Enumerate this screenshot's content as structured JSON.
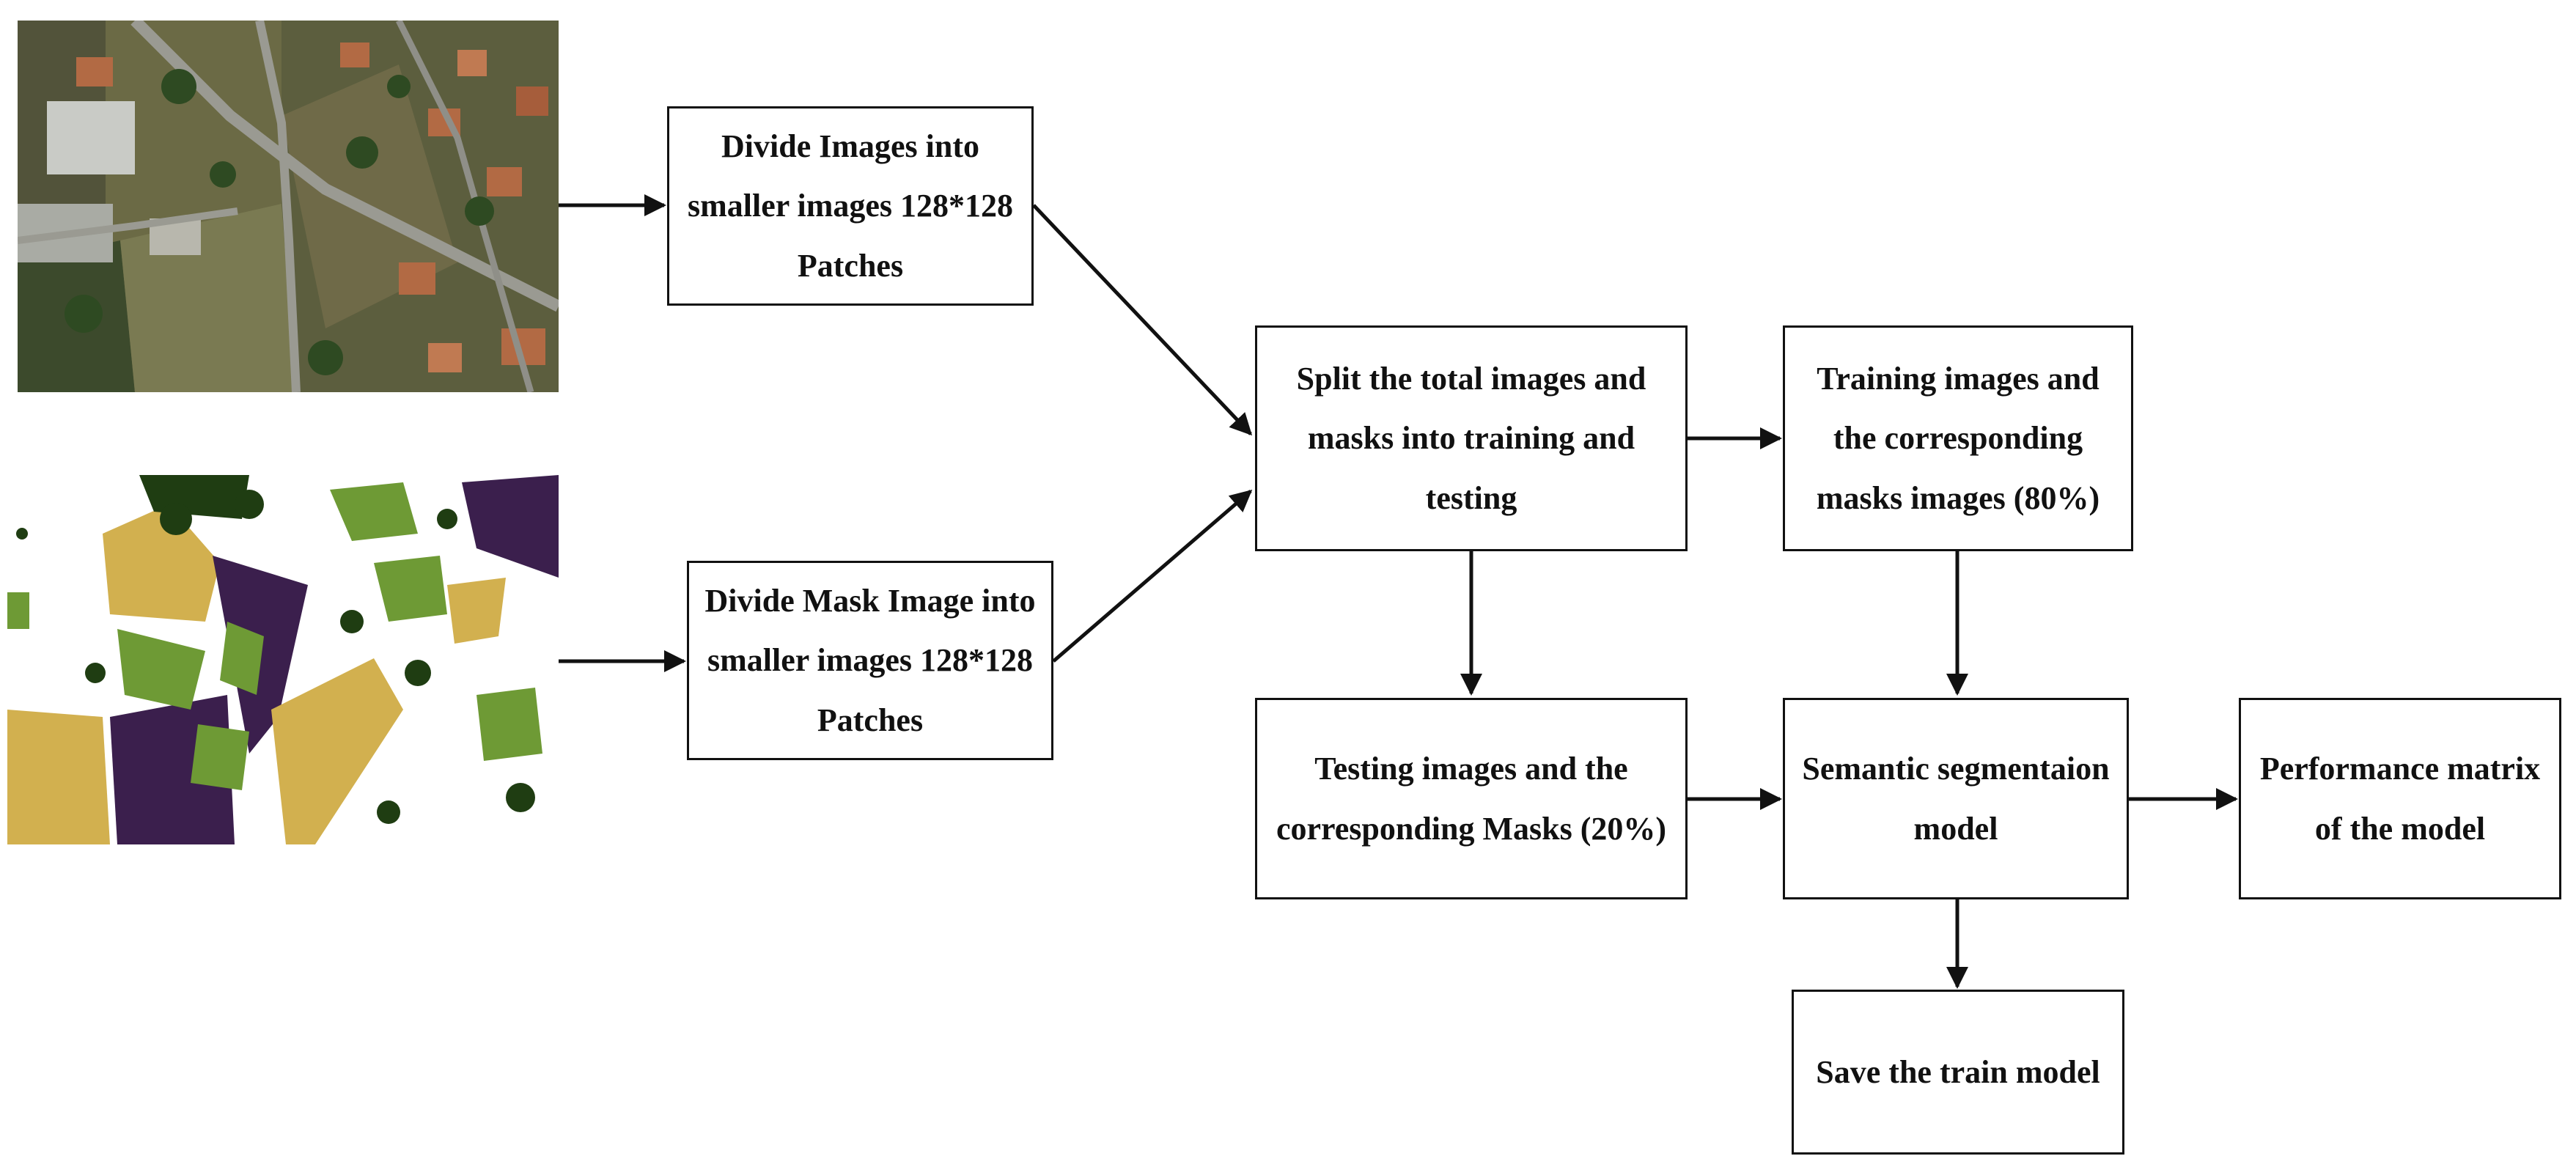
{
  "diagram": {
    "nodes": {
      "divide_images": "Divide Images into smaller images 128*128 Patches",
      "divide_mask": "Divide Mask Image into smaller images 128*128 Patches",
      "split": "Split the total images and masks into training and testing",
      "training": "Training images and the corresponding masks images (80%)",
      "testing": "Testing images and the corresponding Masks (20%)",
      "semantic": "Semantic segmentaion model",
      "performance": "Performance matrix of the model",
      "save": "Save the train model"
    },
    "edges": [
      {
        "from": "satellite-image",
        "to": "divide_images"
      },
      {
        "from": "mask-image",
        "to": "divide_mask"
      },
      {
        "from": "divide_images",
        "to": "split"
      },
      {
        "from": "divide_mask",
        "to": "split"
      },
      {
        "from": "split",
        "to": "training"
      },
      {
        "from": "split",
        "to": "testing"
      },
      {
        "from": "training",
        "to": "semantic"
      },
      {
        "from": "testing",
        "to": "semantic"
      },
      {
        "from": "semantic",
        "to": "performance"
      },
      {
        "from": "semantic",
        "to": "save"
      }
    ]
  },
  "colors": {
    "box_border": "#111111",
    "arrow": "#111111",
    "mask_purple": "#3b1f4d",
    "mask_yellow": "#d2b04f",
    "mask_green_light": "#6e9a35",
    "mask_green_dark": "#1f3d12",
    "satellite_field": "#6b6a45",
    "satellite_roof": "#b26a44",
    "satellite_road": "#9a9a92",
    "satellite_tree": "#2e4a22"
  }
}
